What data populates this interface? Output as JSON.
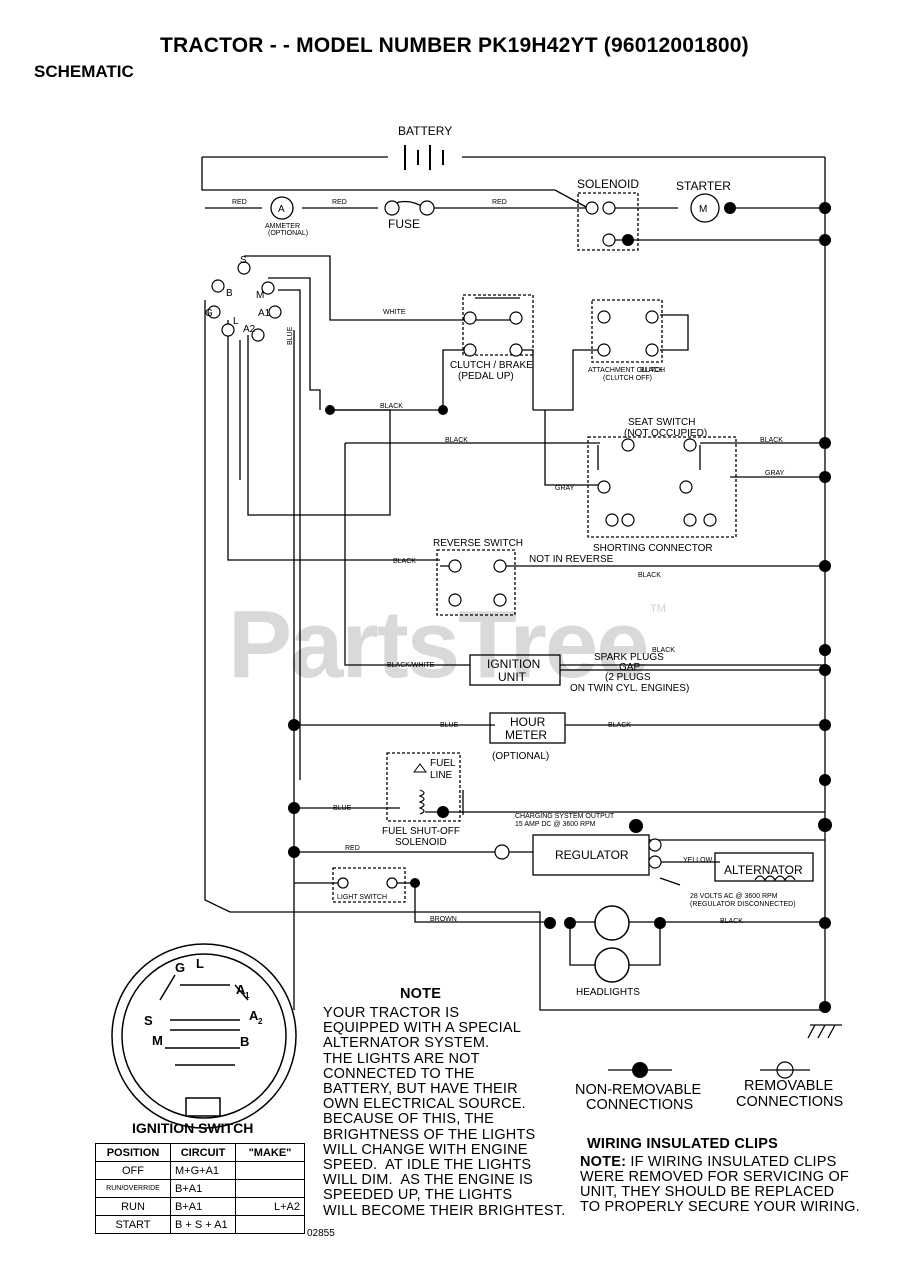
{
  "header": {
    "title": "TRACTOR - - MODEL NUMBER PK19H42YT (96012001800)",
    "subtitle": "SCHEMATIC"
  },
  "watermark": {
    "text": "PartsTree",
    "tm": "TM"
  },
  "components": {
    "battery": "BATTERY",
    "solenoid": "SOLENOID",
    "starter": "STARTER",
    "starter_symbol": "M",
    "ammeter_symbol": "A",
    "ammeter": "AMMETER",
    "ammeter_note": "(OPTIONAL)",
    "fuse": "FUSE",
    "clutch_brake": "CLUTCH / BRAKE",
    "clutch_brake_note": "(PEDAL UP)",
    "attachment_clutch": "ATTACHMENT CLUTCH",
    "attachment_clutch_note": "(CLUTCH OFF)",
    "seat_switch": "SEAT SWITCH",
    "seat_switch_note": "(NOT OCCUPIED)",
    "shorting_connector": "SHORTING CONNECTOR",
    "reverse_switch": "REVERSE SWITCH",
    "not_in_reverse": "NOT IN REVERSE",
    "ignition_unit_1": "IGNITION",
    "ignition_unit_2": "UNIT",
    "spark_plugs_1": "SPARK PLUGS",
    "spark_plugs_2": "GAP",
    "spark_plugs_3": "(2 PLUGS",
    "spark_plugs_4": "ON TWIN CYL. ENGINES)",
    "hour_meter_1": "HOUR",
    "hour_meter_2": "METER",
    "hour_meter_note": "(OPTIONAL)",
    "fuel_line_1": "FUEL",
    "fuel_line_2": "LINE",
    "fuel_solenoid_1": "FUEL SHUT-OFF",
    "fuel_solenoid_2": "SOLENOID",
    "charging_1": "CHARGING SYSTEM OUTPUT",
    "charging_2": "15 AMP DC @ 3600 RPM",
    "regulator": "REGULATOR",
    "alternator": "ALTERNATOR",
    "alternator_note_1": "28 VOLTS AC @ 3600 RPM",
    "alternator_note_2": "(REGULATOR DISCONNECTED)",
    "light_switch": "LIGHT SWITCH",
    "headlights": "HEADLIGHTS",
    "ignition_switch": "IGNITION SWITCH",
    "part_number": "02855"
  },
  "ignition_terminals": {
    "b": "B",
    "s": "S",
    "m": "M",
    "g": "G",
    "l": "L",
    "a1": "A1",
    "a2": "A2"
  },
  "ignition_face": {
    "g": "G",
    "l": "L",
    "a1": "A",
    "a1_sub": "1",
    "s": "S",
    "a2": "A",
    "a2_sub": "2",
    "m": "M",
    "b": "B"
  },
  "wires": {
    "red": "RED",
    "white": "WHITE",
    "black": "BLACK",
    "blue": "BLUE",
    "gray": "GRAY",
    "black_white": "BLACK/WHITE",
    "yellow": "YELLOW",
    "brown": "BROWN"
  },
  "note": {
    "heading": "NOTE",
    "body": "YOUR TRACTOR IS\nEQUIPPED WITH A SPECIAL\nALTERNATOR SYSTEM.\nTHE LIGHTS ARE NOT\nCONNECTED TO THE\nBATTERY, BUT HAVE THEIR\nOWN ELECTRICAL SOURCE.\nBECAUSE OF THIS, THE\nBRIGHTNESS OF THE LIGHTS\nWILL CHANGE WITH ENGINE\nSPEED.  AT IDLE THE LIGHTS\nWILL DIM.  AS THE ENGINE IS\nSPEEDED UP, THE LIGHTS\nWILL BECOME THEIR BRIGHTEST."
  },
  "legend": {
    "non_removable_1": "NON-REMOVABLE",
    "non_removable_2": "CONNECTIONS",
    "removable_1": "REMOVABLE",
    "removable_2": "CONNECTIONS"
  },
  "clips": {
    "heading": "WIRING INSULATED CLIPS",
    "note_label": "NOTE:",
    "line1": " IF WIRING INSULATED CLIPS",
    "line2": "WERE REMOVED FOR SERVICING OF",
    "line3": "UNIT, THEY SHOULD BE REPLACED",
    "line4": "TO PROPERLY SECURE YOUR WIRING."
  },
  "ignition_table": {
    "headers": [
      "POSITION",
      "CIRCUIT",
      "\"MAKE\""
    ],
    "rows": [
      [
        "OFF",
        "M+G+A1",
        ""
      ],
      [
        "RUN/OVERRIDE",
        "B+A1",
        ""
      ],
      [
        "RUN",
        "B+A1",
        "L+A2"
      ],
      [
        "START",
        "B + S + A1",
        ""
      ]
    ]
  }
}
